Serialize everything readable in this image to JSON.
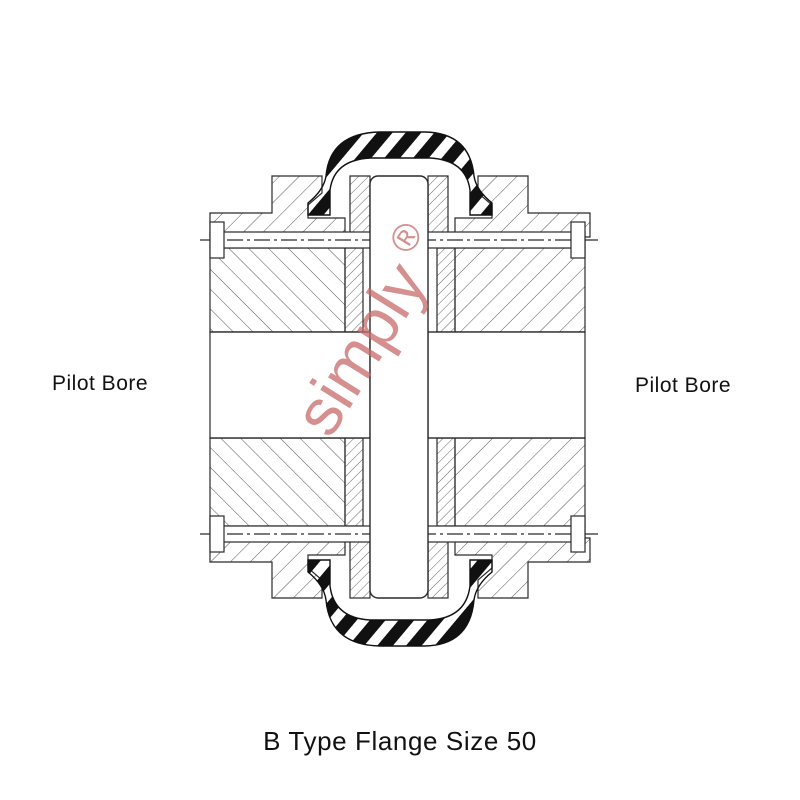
{
  "labels": {
    "left_bore": "Pilot Bore",
    "right_bore": "Pilot Bore"
  },
  "caption": "B Type Flange Size 50",
  "watermark": {
    "text": "simply",
    "mark": "®",
    "color": "#c86a6a"
  },
  "colors": {
    "line": "#2a2a2a",
    "hatch": "#555555",
    "rubber": "#111111"
  }
}
